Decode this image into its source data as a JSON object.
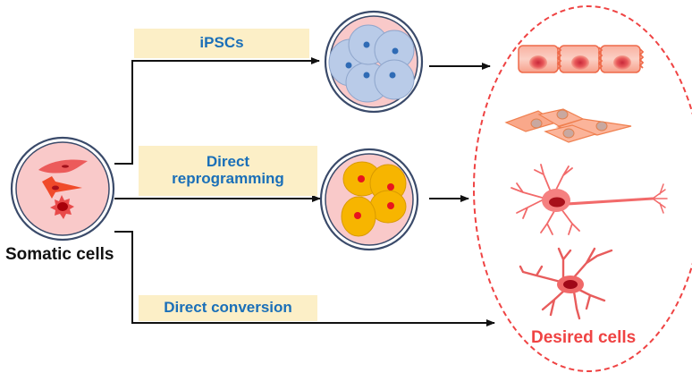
{
  "diagram": {
    "source": {
      "label": "Somatic cells"
    },
    "pathways": [
      {
        "label": "iPSCs",
        "intermediate": "pluripotent stem cell colony"
      },
      {
        "label_line1": "Direct",
        "label_line2": "reprogramming",
        "intermediate": "reprogrammed progenitor cells"
      },
      {
        "label": "Direct conversion",
        "intermediate": "none"
      }
    ],
    "target": {
      "label": "Desired cells",
      "cell_types": [
        "cardiomyocytes",
        "epithelial cells",
        "neuron",
        "astrocyte"
      ]
    },
    "colors": {
      "label_box": "#fcefc7",
      "label_text": "#1a6fb8",
      "dish_fill": "#f9c9c9",
      "dish_ring": "#3a4a6a",
      "ipsc_cell": "#b9cbe8",
      "ipsc_nucleus": "#2f6bb5",
      "reprog_cell": "#f7b500",
      "reprog_nucleus": "#e8141e",
      "target_outline": "#ef4343",
      "arrow": "#111111"
    }
  }
}
